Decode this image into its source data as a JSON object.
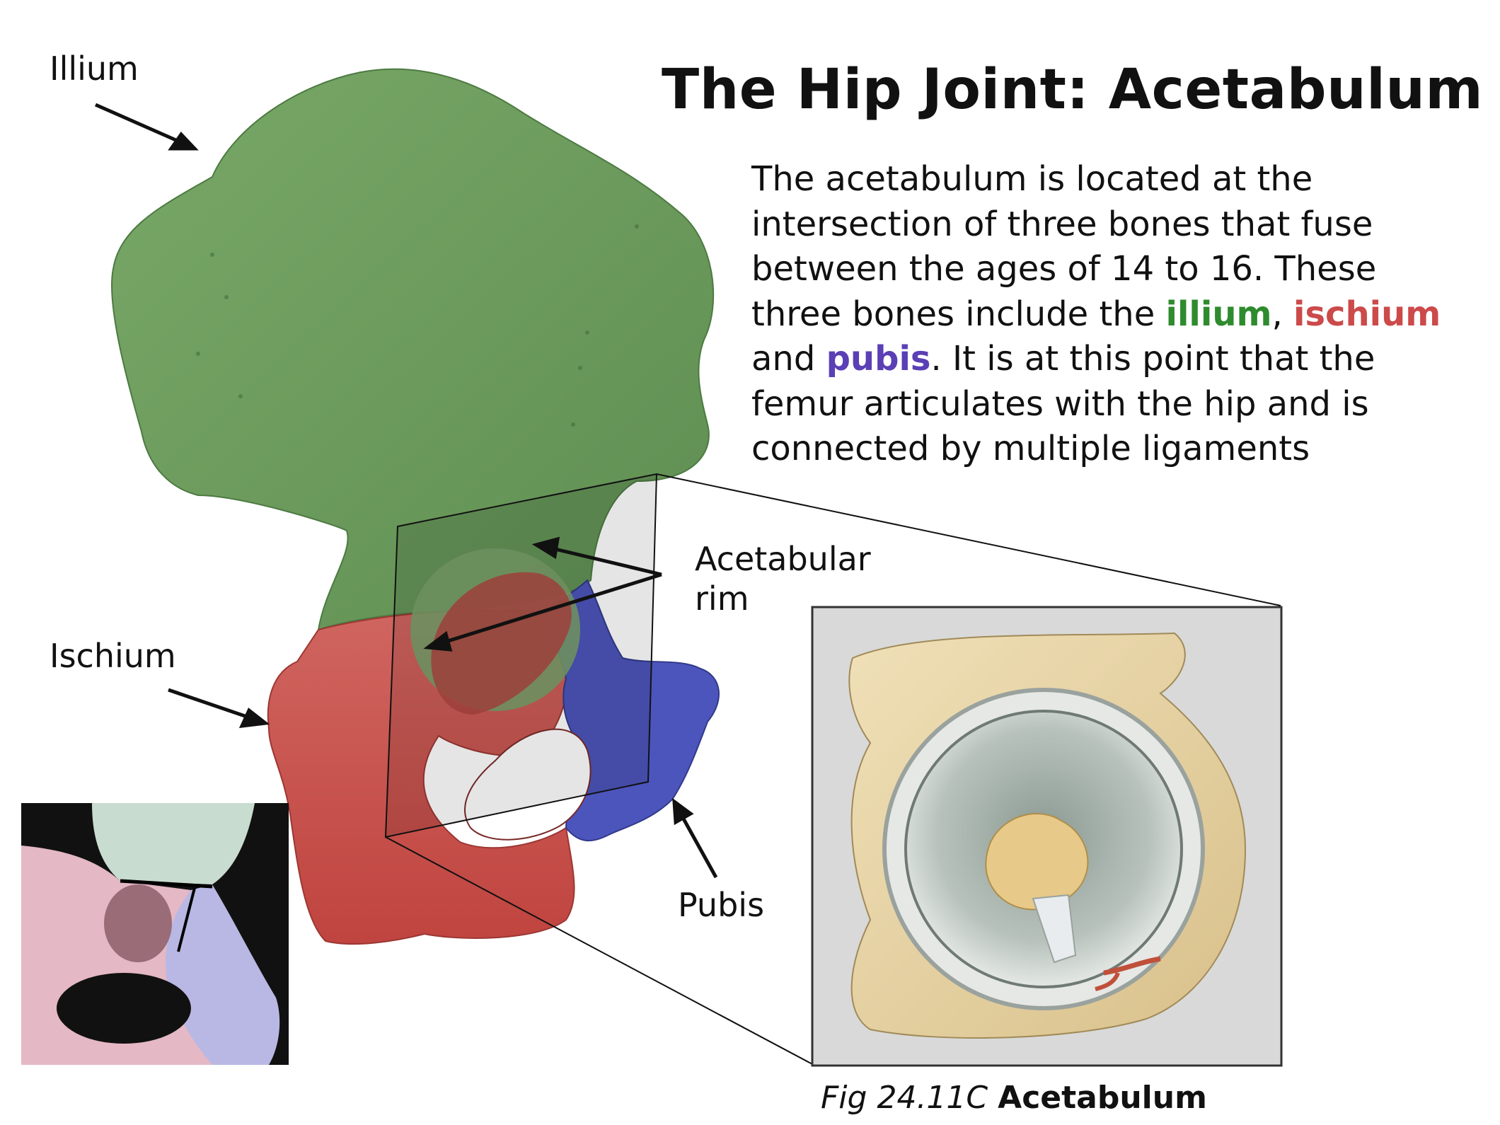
{
  "title": "The Hip Joint: Acetabulum",
  "description": {
    "text_before": "The acetabulum is located at the intersection of three bones that fuse between the ages of 14 to 16.  These three bones include the ",
    "illium": "illium",
    "comma": ", ",
    "ischium": "ischium",
    "and": " and ",
    "pubis": "pubis",
    "text_after": ". It is at this point that the femur articulates with the hip and is connected by multiple ligaments"
  },
  "labels": {
    "illium": "Illium",
    "ischium": "Ischium",
    "pubis": "Pubis",
    "acetabular_rim_line1": "Acetabular",
    "acetabular_rim_line2": "rim"
  },
  "caption": {
    "figure": "Fig 24.11C",
    "title": "Acetabulum"
  },
  "colors": {
    "illium": "#6f9e5f",
    "ischium": "#c8534f",
    "pubis": "#4a53b8",
    "illium_text": "#2e8b2e",
    "ischium_text": "#cc4a4a",
    "pubis_text": "#5a3fb5"
  }
}
